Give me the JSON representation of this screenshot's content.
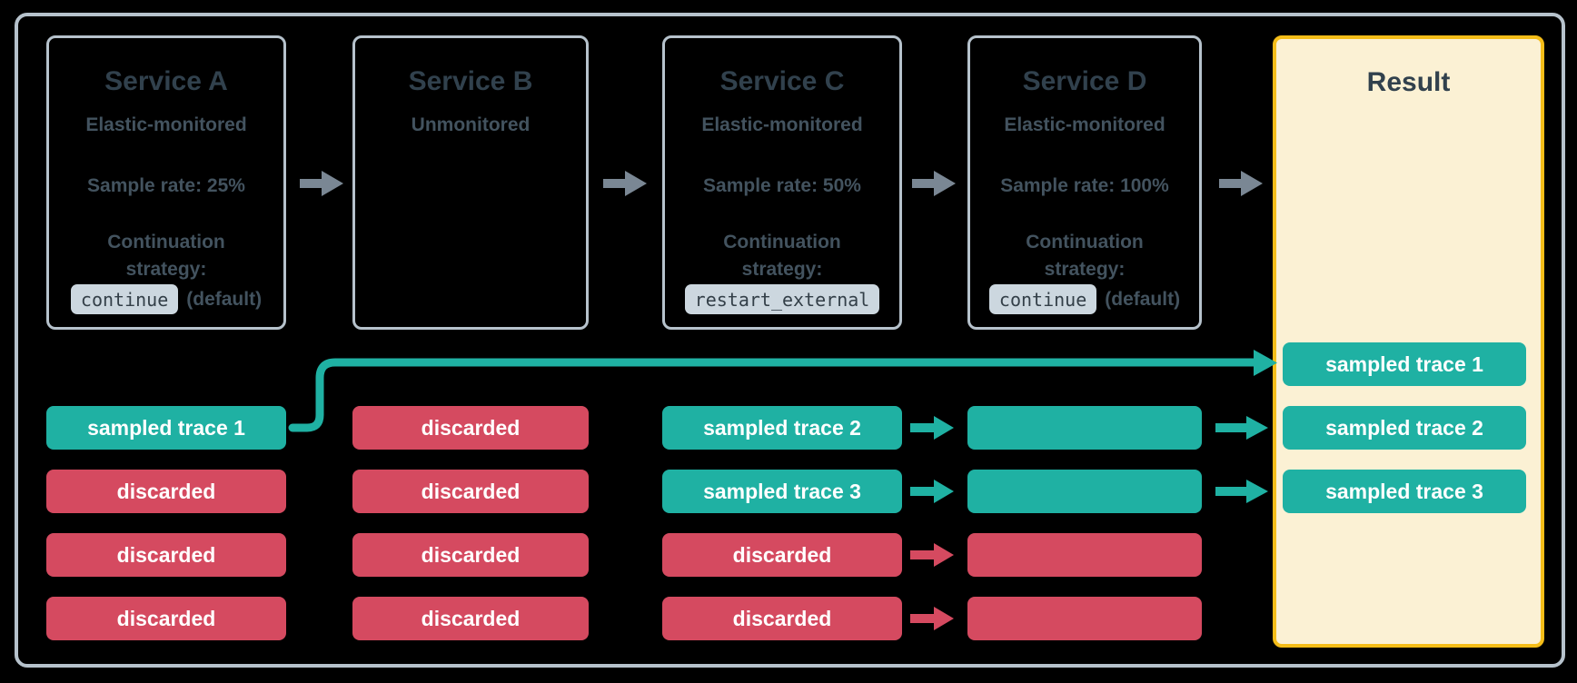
{
  "services": [
    {
      "title": "Service A",
      "monitoring": "Elastic-monitored",
      "sample_rate": "Sample rate: 25%",
      "strategy_line1": "Continuation",
      "strategy_line2": "strategy:",
      "strategy_code": "continue",
      "strategy_suffix": "(default)"
    },
    {
      "title": "Service B",
      "monitoring": "Unmonitored"
    },
    {
      "title": "Service C",
      "monitoring": "Elastic-monitored",
      "sample_rate": "Sample rate: 50%",
      "strategy_line1": "Continuation",
      "strategy_line2": "strategy:",
      "strategy_code": "restart_external",
      "strategy_suffix": ""
    },
    {
      "title": "Service D",
      "monitoring": "Elastic-monitored",
      "sample_rate": "Sample rate: 100%",
      "strategy_line1": "Continuation",
      "strategy_line2": "strategy:",
      "strategy_code": "continue",
      "strategy_suffix": "(default)"
    }
  ],
  "trace_rows": {
    "service_a": [
      {
        "label": "sampled trace 1",
        "kind": "sampled"
      },
      {
        "label": "discarded",
        "kind": "discarded"
      },
      {
        "label": "discarded",
        "kind": "discarded"
      },
      {
        "label": "discarded",
        "kind": "discarded"
      }
    ],
    "service_b": [
      {
        "label": "discarded",
        "kind": "discarded"
      },
      {
        "label": "discarded",
        "kind": "discarded"
      },
      {
        "label": "discarded",
        "kind": "discarded"
      },
      {
        "label": "discarded",
        "kind": "discarded"
      }
    ],
    "service_c": [
      {
        "label": "sampled trace 2",
        "kind": "sampled"
      },
      {
        "label": "sampled trace 3",
        "kind": "sampled"
      },
      {
        "label": "discarded",
        "kind": "discarded"
      },
      {
        "label": "discarded",
        "kind": "discarded"
      }
    ],
    "service_d": [
      {
        "label": "",
        "kind": "sampled"
      },
      {
        "label": "",
        "kind": "sampled"
      },
      {
        "label": "",
        "kind": "discarded"
      },
      {
        "label": "",
        "kind": "discarded"
      }
    ]
  },
  "result": {
    "title": "Result",
    "pills": [
      {
        "label": "sampled trace 1",
        "kind": "sampled"
      },
      {
        "label": "sampled trace 2",
        "kind": "sampled"
      },
      {
        "label": "sampled trace 3",
        "kind": "sampled"
      }
    ]
  },
  "colors": {
    "sampled": "#1fb1a3",
    "discarded": "#d54a60",
    "arrow_gray": "#7a8794",
    "box_border": "#b6c2cc",
    "title_text": "#31414d",
    "body_text": "#43535f",
    "code_bg": "#ccd7df",
    "code_text": "#333f48",
    "result_border": "#f5bd18",
    "result_fill": "#fbf1d4",
    "pill_text": "#ffffff",
    "bg": "#000000"
  }
}
